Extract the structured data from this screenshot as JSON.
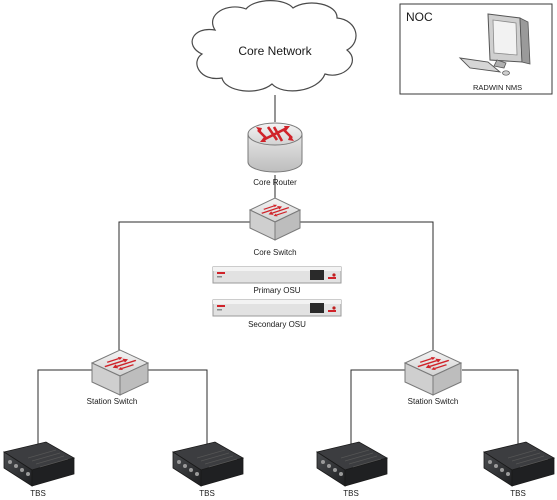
{
  "labels": {
    "core_network": "Core Network",
    "noc": "NOC",
    "nms": "RADWIN NMS",
    "core_router": "Core Router",
    "core_switch": "Core Switch",
    "primary_osu": "Primary OSU",
    "secondary_osu": "Secondary OSU",
    "station_switch_left": "Station Switch",
    "station_switch_right": "Station Switch",
    "tbs_1": "TBS",
    "tbs_2": "TBS",
    "tbs_3": "TBS",
    "tbs_4": "TBS"
  },
  "icons": {
    "cloud": "cloud-icon",
    "router": "router-icon",
    "switch": "switch-icon",
    "osu": "osu-unit-icon",
    "tbs": "tbs-unit-icon",
    "workstation": "workstation-icon"
  },
  "colors": {
    "line": "#2b2b2b",
    "arrow": "#d0232a",
    "device": "#d9d9d9",
    "tbs_body": "#2e2f31"
  }
}
